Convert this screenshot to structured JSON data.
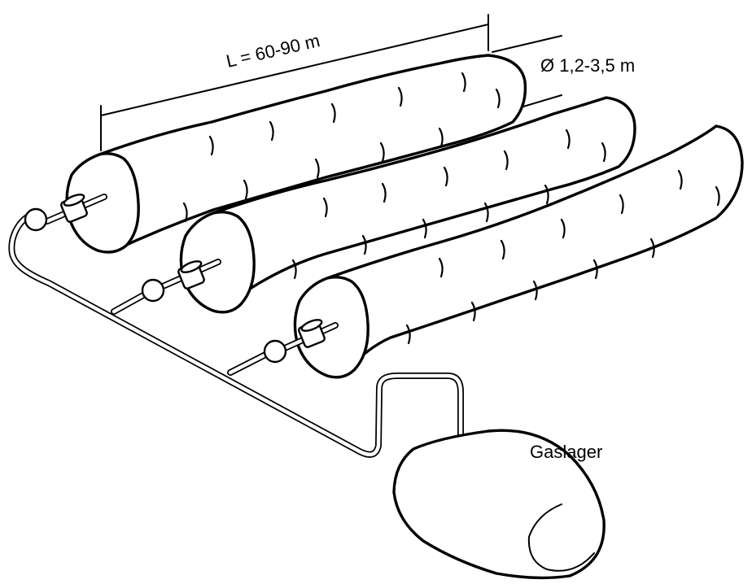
{
  "labels": {
    "length": "L = 60-90 m",
    "diameter": "Ø 1,2-3,5 m",
    "storage": "Gaslager"
  },
  "objects": {
    "tubes": [
      "tube-1",
      "tube-2",
      "tube-3"
    ],
    "storage_tank": "gas-storage-tank",
    "pipe": "gas-collection-pipe"
  },
  "colors": {
    "stroke": "#000000",
    "fill": "#ffffff"
  }
}
